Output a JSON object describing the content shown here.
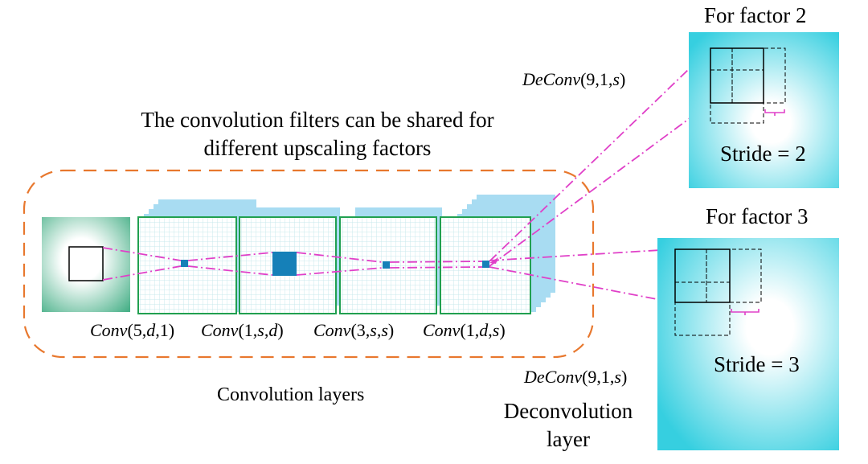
{
  "diagram": {
    "shared_caption_line1": "The convolution filters can be shared for",
    "shared_caption_line2": "different upscaling factors",
    "conv_section_label": "Convolution layers",
    "deconv_label_line1": "Deconvolution",
    "deconv_label_line2": "layer",
    "conv_layers": [
      {
        "name": "Conv",
        "args": [
          "5",
          "d",
          "1"
        ]
      },
      {
        "name": "Conv",
        "args": [
          "1",
          "s",
          "d"
        ]
      },
      {
        "name": "Conv",
        "args": [
          "3",
          "s",
          "s"
        ]
      },
      {
        "name": "Conv",
        "args": [
          "1",
          "d",
          "s"
        ]
      }
    ],
    "deconv_top": {
      "name": "DeConv",
      "args": [
        "9",
        "1",
        "s"
      ]
    },
    "deconv_bottom": {
      "name": "DeConv",
      "args": [
        "9",
        "1",
        "s"
      ]
    },
    "factor_2": {
      "title": "For factor 2",
      "stride": "Stride = 2"
    },
    "factor_3": {
      "title": "For factor 3",
      "stride": "Stride = 3"
    },
    "colors": {
      "grid_border": "#21a050",
      "grid_line": "#c9e8ec",
      "stack_back": "#a8dcf2",
      "kernel": "#1580b8",
      "connector": "#e040c8",
      "frame_dash": "#e8782e",
      "cyan": "#36cfe0",
      "green": "#48b088"
    }
  }
}
